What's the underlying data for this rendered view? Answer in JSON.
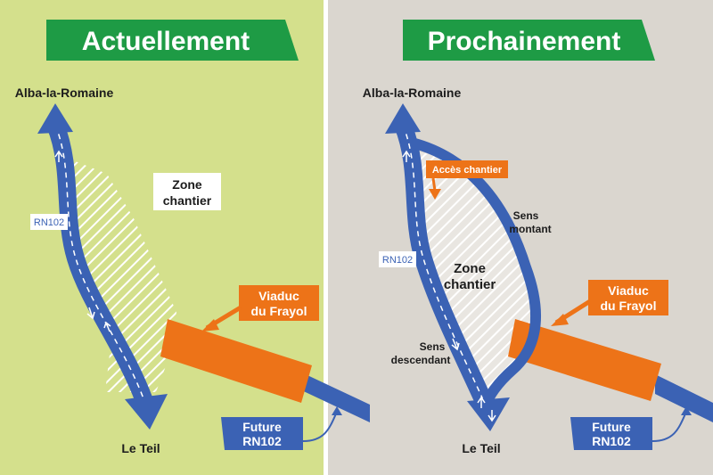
{
  "colors": {
    "left_bg": "#d4e08c",
    "right_bg": "#dad6cf",
    "road_blue": "#3b62b4",
    "header_green": "#1e9b45",
    "viaduct_orange": "#ed7318",
    "hatch": "#ffffff",
    "divider": "#ffffff",
    "text_dark": "#1c1c1c"
  },
  "left": {
    "title": "Actuellement",
    "city_top": "Alba-la-Romaine",
    "city_bottom": "Le Teil",
    "road_label": "RN102",
    "zone_line1": "Zone",
    "zone_line2": "chantier",
    "viaduct_line1": "Viaduc",
    "viaduct_line2": "du Frayol",
    "future_line1": "Future",
    "future_line2": "RN102"
  },
  "right": {
    "title": "Prochainement",
    "city_top": "Alba-la-Romaine",
    "city_bottom": "Le Teil",
    "road_label": "RN102",
    "access_label": "Accès chantier",
    "zone_line1": "Zone",
    "zone_line2": "chantier",
    "up_line1": "Sens",
    "up_line2": "montant",
    "down_line1": "Sens",
    "down_line2": "descendant",
    "viaduct_line1": "Viaduc",
    "viaduct_line2": "du Frayol",
    "future_line1": "Future",
    "future_line2": "RN102"
  }
}
